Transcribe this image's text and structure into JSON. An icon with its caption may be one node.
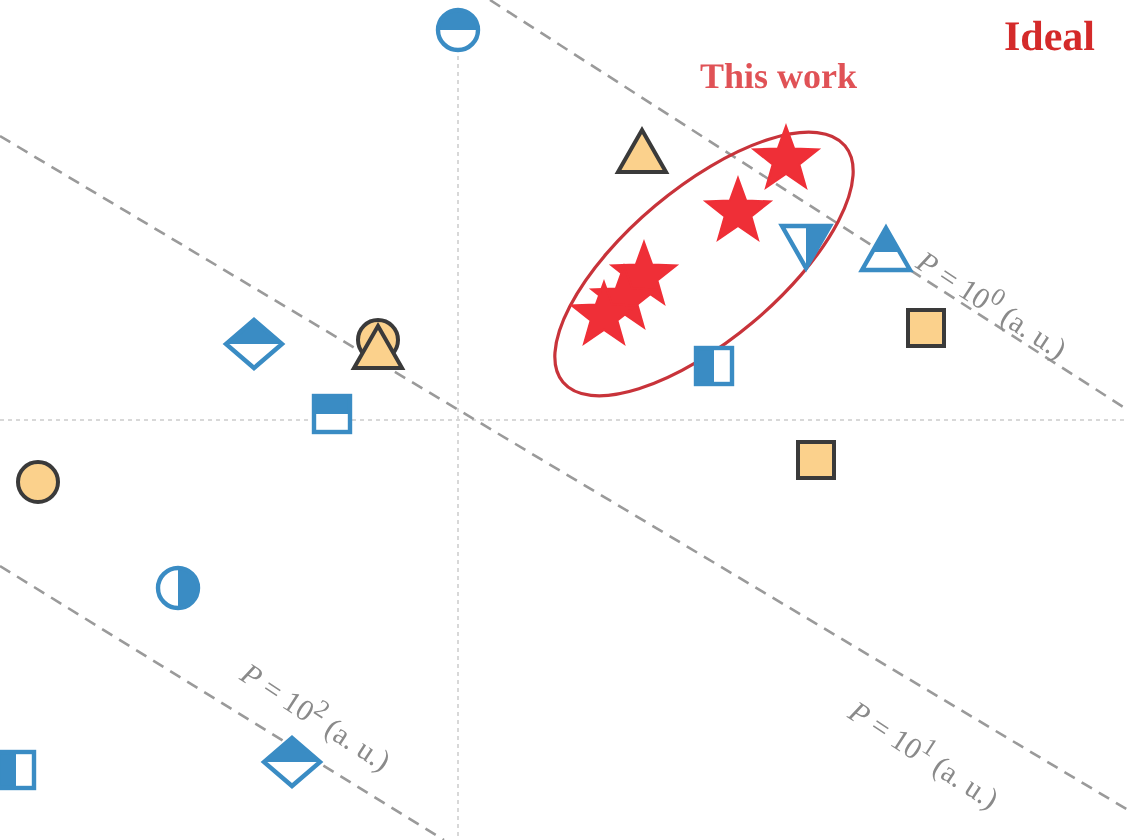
{
  "diagram": {
    "labels": [
      "Ideal",
      "This work",
      "*P* = 10$^{0}$ (a. u.)",
      "*P* = 10$^{1}$ (a. u.)",
      "*P* = 10$^{2}$ (a. u.)"
    ]
  }
}
